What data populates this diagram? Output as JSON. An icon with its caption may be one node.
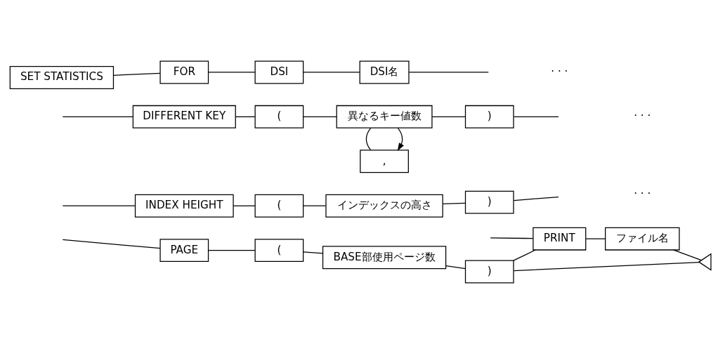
{
  "diagram": {
    "nodes": [
      {
        "text": [
          "SET STATISTICS"
        ]
      },
      {
        "text": [
          "FOR"
        ]
      },
      {
        "text": [
          "DSI"
        ]
      },
      {
        "text": [
          "DSI名"
        ]
      },
      {
        "text": [
          "DIFFERENT KEY"
        ]
      },
      {
        "text": [
          "("
        ]
      },
      {
        "text": [
          "異なるキー値数"
        ]
      },
      {
        "text": [
          ","
        ]
      },
      {
        "text": [
          ")"
        ]
      },
      {
        "text": [
          "INDEX HEIGHT"
        ]
      },
      {
        "text": [
          "("
        ]
      },
      {
        "text": [
          "インデックスの高さ"
        ]
      },
      {
        "text": [
          ")"
        ]
      },
      {
        "text": [
          "PAGE"
        ]
      },
      {
        "text": [
          "("
        ]
      },
      {
        "text": [
          "BASE部使用ページ数"
        ]
      },
      {
        "text": [
          ")"
        ]
      },
      {
        "text": [
          "PRINT"
        ]
      },
      {
        "text": [
          "ファイル名"
        ]
      },
      {
        "text": [],
        "shape": "triangle"
      }
    ],
    "edges": [
      {
        "from": 0,
        "to": 1,
        "arrow": "none"
      },
      {
        "from": 1,
        "to": 2,
        "arrow": "none"
      },
      {
        "from": 2,
        "to": 3,
        "arrow": "none"
      },
      {
        "from": 3,
        "to": null,
        "arrow": "none"
      },
      {
        "from": null,
        "to": 4,
        "arrow": "none"
      },
      {
        "from": 4,
        "to": 5,
        "arrow": "none"
      },
      {
        "from": 5,
        "to": 6,
        "arrow": "none"
      },
      {
        "from": 6,
        "to": 8,
        "arrow": "none"
      },
      {
        "from": 6,
        "to": 7,
        "arrow": "to"
      },
      {
        "from": 7,
        "to": 6,
        "arrow": "none"
      },
      {
        "from": 8,
        "to": null,
        "arrow": "none"
      },
      {
        "from": null,
        "to": 9,
        "arrow": "none"
      },
      {
        "from": 9,
        "to": 10,
        "arrow": "none"
      },
      {
        "from": 10,
        "to": 11,
        "arrow": "none"
      },
      {
        "from": 11,
        "to": 12,
        "arrow": "none"
      },
      {
        "from": 12,
        "to": null,
        "arrow": "none"
      },
      {
        "from": null,
        "to": 13,
        "arrow": "none"
      },
      {
        "from": 13,
        "to": 14,
        "arrow": "none"
      },
      {
        "from": 14,
        "to": 15,
        "arrow": "none"
      },
      {
        "from": 15,
        "to": 16,
        "arrow": "none"
      },
      {
        "from": 16,
        "to": 17,
        "arrow": "none"
      },
      {
        "from": null,
        "to": 17,
        "arrow": "none"
      },
      {
        "from": 16,
        "to": 19,
        "arrow": "none"
      },
      {
        "from": 17,
        "to": 18,
        "arrow": "none"
      },
      {
        "from": 18,
        "to": 19,
        "arrow": "none"
      }
    ],
    "labels": [
      "· · ·",
      "· · ·",
      "· · ·"
    ]
  }
}
